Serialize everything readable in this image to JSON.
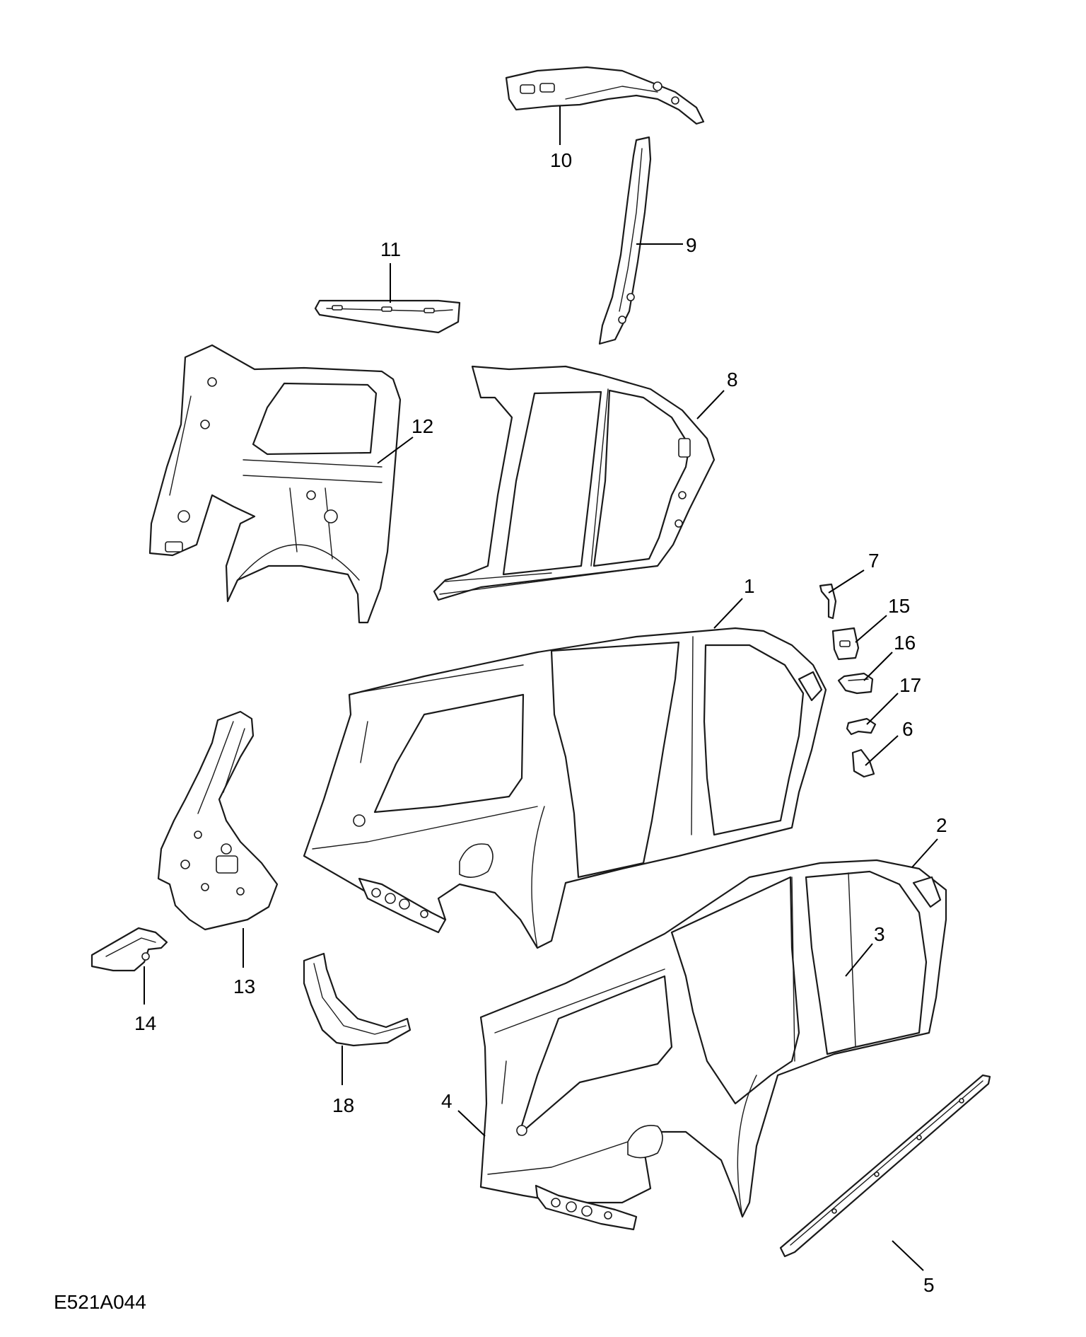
{
  "drawing": {
    "code": "E521A044",
    "callouts": [
      "1",
      "2",
      "3",
      "4",
      "5",
      "6",
      "7",
      "8",
      "9",
      "10",
      "11",
      "12",
      "13",
      "14",
      "15",
      "16",
      "17",
      "18"
    ]
  },
  "colors": {
    "line": "#1a1a1a",
    "background": "#ffffff"
  }
}
